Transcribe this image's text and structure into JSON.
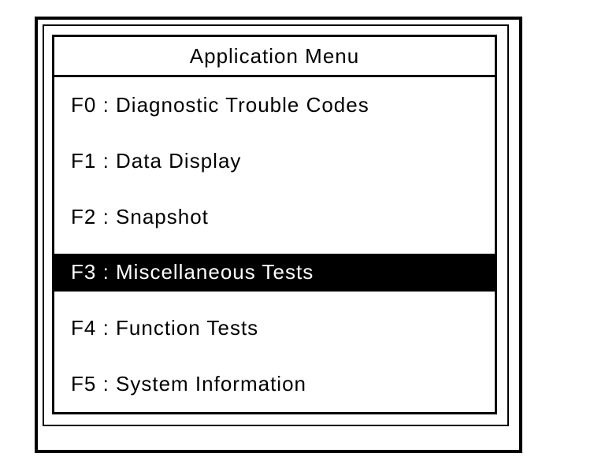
{
  "menu": {
    "title": "Application Menu",
    "items": [
      {
        "label": "F0 : Diagnostic Trouble Codes",
        "selected": false
      },
      {
        "label": "F1 : Data Display",
        "selected": false
      },
      {
        "label": "F2 : Snapshot",
        "selected": false
      },
      {
        "label": "F3 : Miscellaneous Tests",
        "selected": true
      },
      {
        "label": "F4 : Function Tests",
        "selected": false
      },
      {
        "label": "F5 : System Information",
        "selected": false
      }
    ],
    "colors": {
      "foreground": "#000000",
      "background": "#ffffff",
      "selected_background": "#000000",
      "selected_foreground": "#ffffff"
    }
  }
}
